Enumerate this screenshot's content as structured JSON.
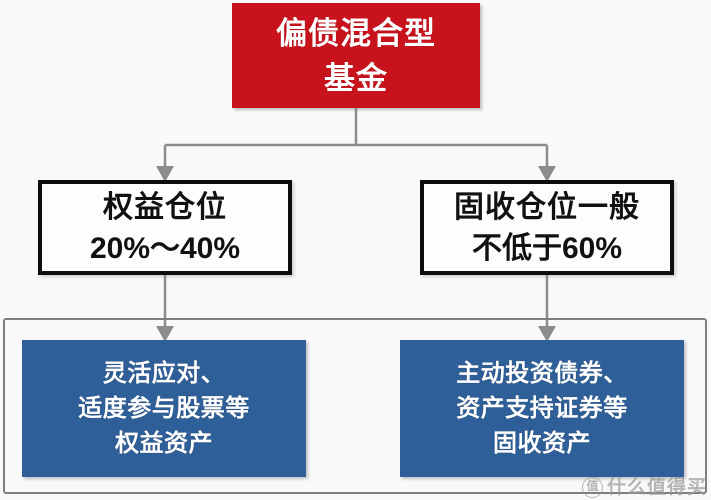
{
  "diagram": {
    "type": "hierarchy-tree",
    "title_node": {
      "id": "balanced-bond-fund",
      "lines": [
        "偏债混合型",
        "基金"
      ],
      "fill": "#c8121c",
      "text_color": "#ffffff"
    },
    "level2": [
      {
        "id": "equity-position",
        "lines": [
          "权益仓位",
          "20%～40%"
        ],
        "fill": "#fdfdfd",
        "border": "#0d0d0d",
        "text_color": "#111111"
      },
      {
        "id": "fixed-income-position",
        "lines": [
          "固收仓位一般",
          "不低于60%"
        ],
        "fill": "#fdfdfd",
        "border": "#0d0d0d",
        "text_color": "#111111"
      }
    ],
    "level3": [
      {
        "id": "equity-strategy",
        "lines": [
          "灵活应对、",
          "适度参与股票等",
          "权益资产"
        ],
        "fill": "#2f5f98",
        "text_color": "#ffffff"
      },
      {
        "id": "fixed-income-strategy",
        "lines": [
          "主动投资债券、",
          "资产支持证券等",
          "固收资产"
        ],
        "fill": "#2f5f98",
        "text_color": "#ffffff"
      }
    ],
    "container_border_color": "#7f7f7f",
    "connector_color": "#8c8c8c",
    "background": "#faf9fa"
  },
  "watermark": {
    "badge": "值",
    "text": "什么值得买"
  }
}
